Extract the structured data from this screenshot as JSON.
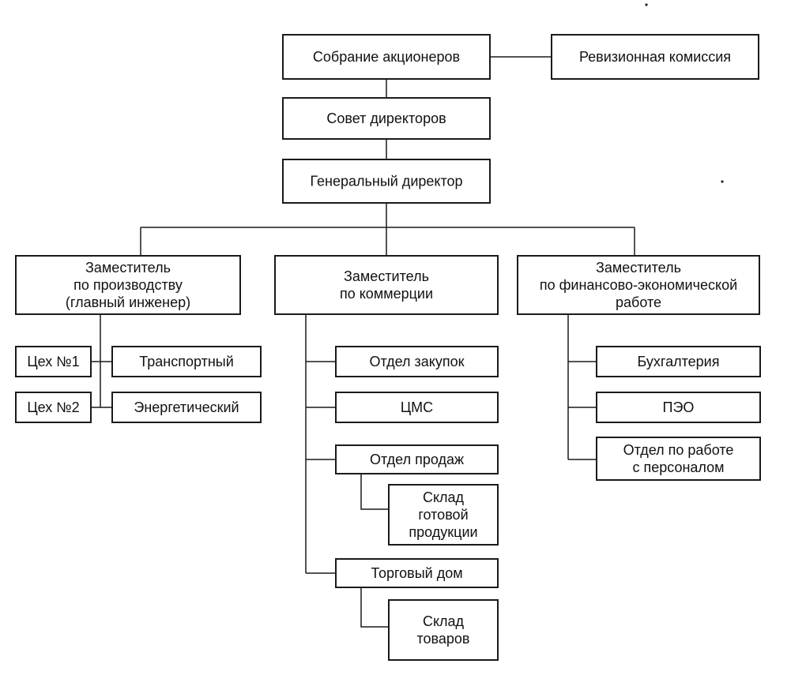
{
  "colors": {
    "stroke": "#1a1a1a",
    "text": "#111111",
    "background": "#ffffff"
  },
  "nodes": {
    "shareholders": [
      "Собрание акционеров"
    ],
    "audit": [
      "Ревизионная комиссия"
    ],
    "board": [
      "Совет директоров"
    ],
    "ceo": [
      "Генеральный директор"
    ],
    "dep_prod": [
      "Заместитель",
      "по производству",
      "(главный инженер)"
    ],
    "dep_comm": [
      "Заместитель",
      "по коммерции"
    ],
    "dep_fin": [
      "Заместитель",
      "по финансово-экономической",
      "работе"
    ],
    "shop1": [
      "Цех №1"
    ],
    "shop2": [
      "Цех №2"
    ],
    "transport": [
      "Транспортный"
    ],
    "energy": [
      "Энергетический"
    ],
    "purchasing": [
      "Отдел закупок"
    ],
    "cms": [
      "ЦМС"
    ],
    "sales": [
      "Отдел продаж"
    ],
    "finished_goods": [
      "Склад",
      "готовой",
      "продукции"
    ],
    "trade_house": [
      "Торговый дом"
    ],
    "goods_warehouse": [
      "Склад",
      "товаров"
    ],
    "accounting": [
      "Бухгалтерия"
    ],
    "peo": [
      "ПЭО"
    ],
    "hr": [
      "Отдел по работе",
      "с персоналом"
    ]
  },
  "edges": [
    [
      "shareholders",
      "audit"
    ],
    [
      "shareholders",
      "board"
    ],
    [
      "board",
      "ceo"
    ],
    [
      "ceo",
      "dep_prod"
    ],
    [
      "ceo",
      "dep_comm"
    ],
    [
      "ceo",
      "dep_fin"
    ],
    [
      "dep_prod",
      "shop1"
    ],
    [
      "dep_prod",
      "shop2"
    ],
    [
      "dep_prod",
      "transport"
    ],
    [
      "dep_prod",
      "energy"
    ],
    [
      "dep_comm",
      "purchasing"
    ],
    [
      "dep_comm",
      "cms"
    ],
    [
      "dep_comm",
      "sales"
    ],
    [
      "dep_comm",
      "trade_house"
    ],
    [
      "sales",
      "finished_goods"
    ],
    [
      "trade_house",
      "goods_warehouse"
    ],
    [
      "dep_fin",
      "accounting"
    ],
    [
      "dep_fin",
      "peo"
    ],
    [
      "dep_fin",
      "hr"
    ]
  ]
}
